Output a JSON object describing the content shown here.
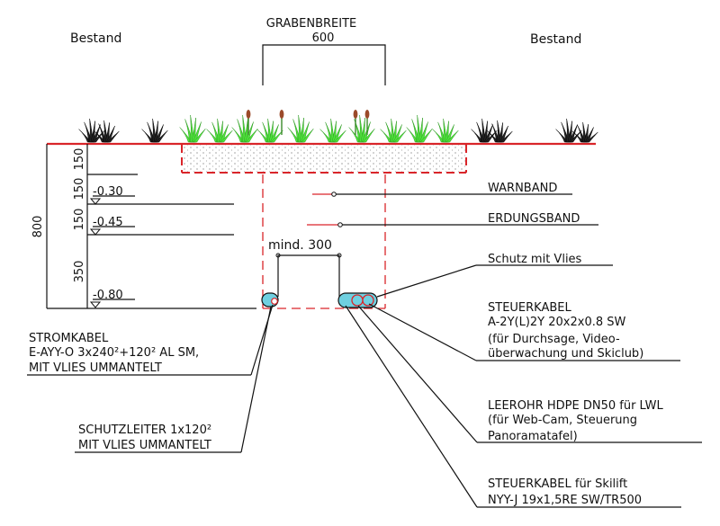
{
  "labels": {
    "bestand_left": "Bestand",
    "bestand_right": "Bestand",
    "grabenbreite_title": "GRABENBREITE",
    "grabenbreite_value": "600",
    "dim_total": "800",
    "dim_150_top": "150",
    "dim_150_mid": "150",
    "dim_150_low": "150",
    "dim_350": "350",
    "level_030": "-0.30",
    "level_045": "-0.45",
    "level_080": "-0.80",
    "mind_300": "mind. 300",
    "warnband": "WARNBAND",
    "erdungsband": "ERDUNGSBAND",
    "schutz_vlies": "Schutz mit Vlies"
  },
  "callouts": {
    "stromkabel": [
      "STROMKABEL",
      "E-AYY-O 3x240²+120² AL SM,",
      "MIT VLIES UMMANTELT"
    ],
    "schutzleiter": [
      "SCHUTZLEITER 1x120²",
      "MIT VLIES UMMANTELT"
    ],
    "steuerkabel": [
      "STEUERKABEL",
      "A-2Y(L)2Y 20x2x0.8 SW",
      "(für Durchsage, Video-",
      "überwachung und Skiclub)"
    ],
    "leerohr": [
      "LEEROHR HDPE DN50 für LWL",
      "(für Web-Cam, Steuerung",
      "Panoramatafel)"
    ],
    "steuerkabel_skilift": [
      "STEUERKABEL für Skilift",
      "NYY-J 19x1,5RE SW/TR500"
    ]
  },
  "colors": {
    "ground": "#d9252a",
    "grass_green": "#4fe23c",
    "grass_dark": "#222222",
    "reed_brown": "#9b4a2a",
    "cable_fill": "#6fd0e0",
    "ink": "#111111"
  }
}
